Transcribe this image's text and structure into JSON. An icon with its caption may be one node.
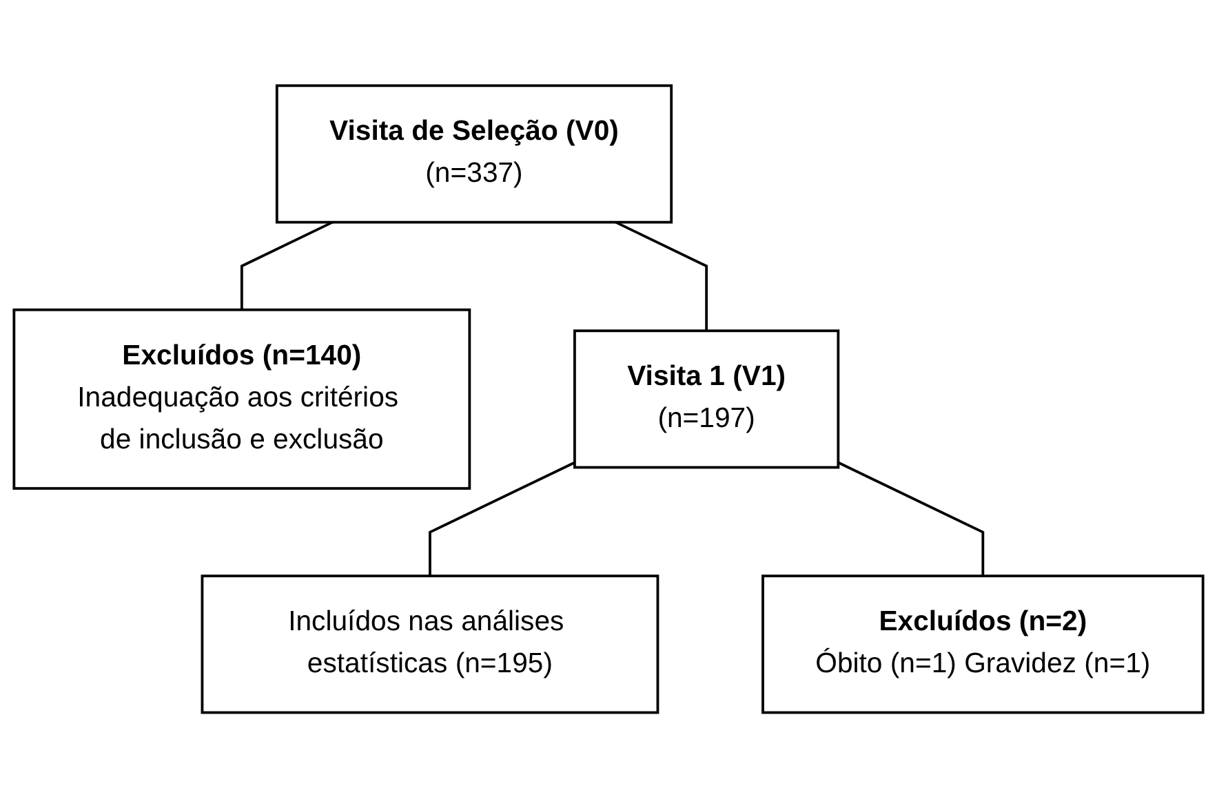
{
  "diagram": {
    "nodes": [
      {
        "text": [
          "Visita de Seleção (V0)",
          "(n=337)"
        ]
      },
      {
        "text": [
          "Excluídos (n=140)",
          "Inadequação aos critérios de inclusão e exclusão"
        ]
      },
      {
        "text": [
          "Visita 1 (V1)",
          "(n=197)"
        ]
      },
      {
        "text": [
          "Excluídos (n=2)",
          "Óbito (n=1) Gravidez (n=1)"
        ]
      },
      {
        "text": [
          "Incluídos nas análises estatísticas (n=195)"
        ]
      }
    ],
    "edges": [
      {
        "from": 0,
        "to": 2,
        "arrow": "none"
      },
      {
        "from": 0,
        "to": 1,
        "arrow": "none"
      },
      {
        "from": 2,
        "to": 4,
        "arrow": "none"
      },
      {
        "from": 2,
        "to": 3,
        "arrow": "none"
      }
    ]
  }
}
